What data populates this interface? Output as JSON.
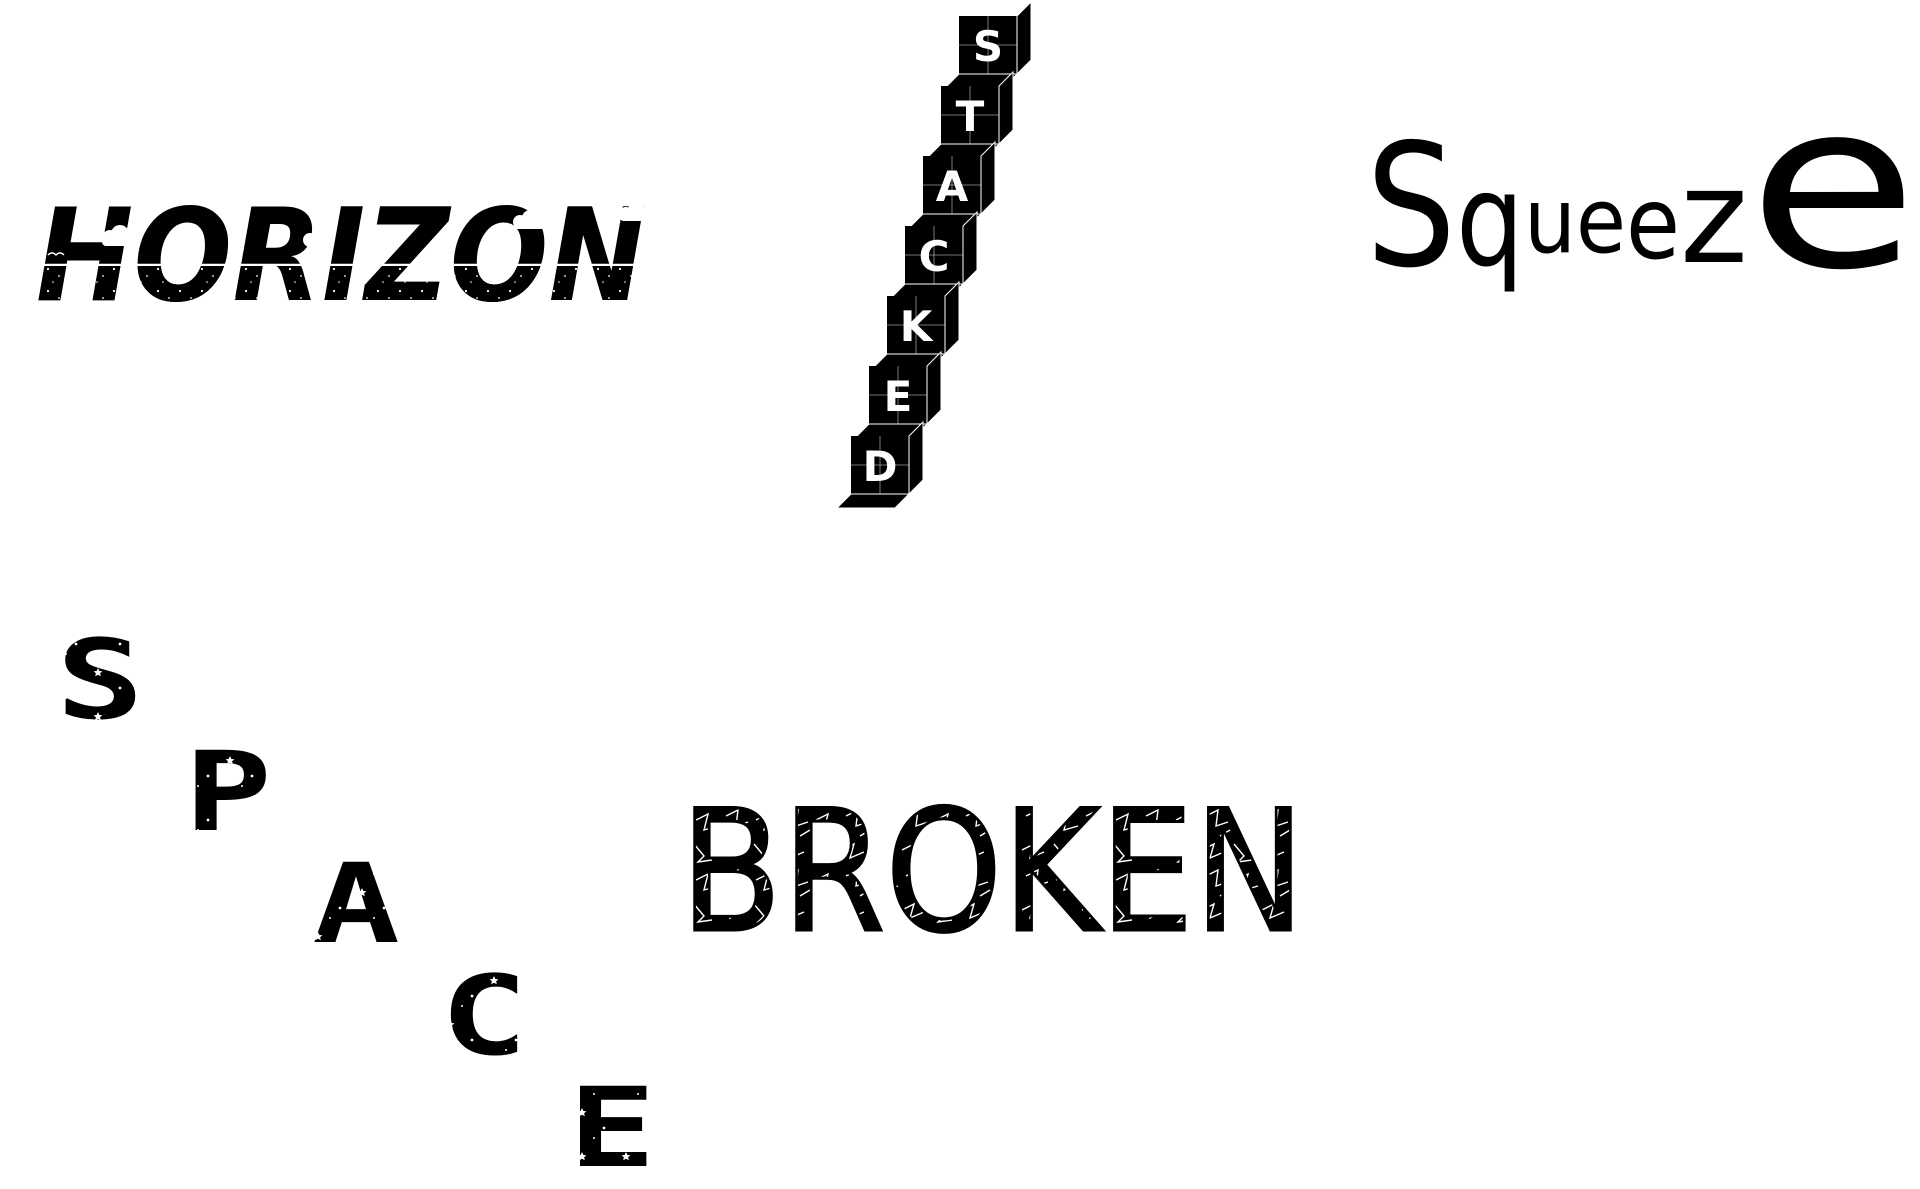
{
  "words": {
    "horizon": "HORIZON",
    "stacked": {
      "letters": [
        "S",
        "T",
        "A",
        "C",
        "K",
        "E",
        "D"
      ]
    },
    "squeeze": {
      "letters": [
        "S",
        "q",
        "u",
        "e",
        "e",
        "z",
        "e"
      ]
    },
    "space": {
      "letters": [
        "S",
        "P",
        "A",
        "C",
        "E"
      ]
    },
    "broken": "BROKEN"
  },
  "colors": {
    "ink": "#000000",
    "paper": "#ffffff"
  }
}
